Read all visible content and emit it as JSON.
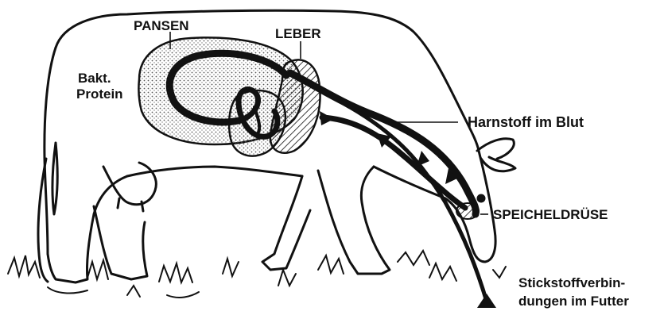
{
  "labels": {
    "pansen": "PANSEN",
    "leber": "LEBER",
    "bakt_line1": "Bakt.",
    "bakt_line2": "Protein",
    "harnstoff": "Harnstoff im Blut",
    "speicheldruese": "SPEICHELDRÜSE",
    "stickstoff_line1": "Stickstoffverbin-",
    "stickstoff_line2": "dungen im Futter"
  },
  "colors": {
    "ink": "#111111",
    "stipple": "#555555",
    "background": "#ffffff"
  }
}
